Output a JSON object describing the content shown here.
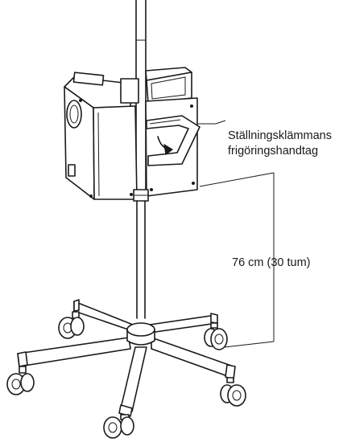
{
  "callouts": {
    "release_handle": [
      "Ställningsklämmans",
      "frigöringshandtag"
    ],
    "mount_height": "76 cm (30 tum)"
  }
}
